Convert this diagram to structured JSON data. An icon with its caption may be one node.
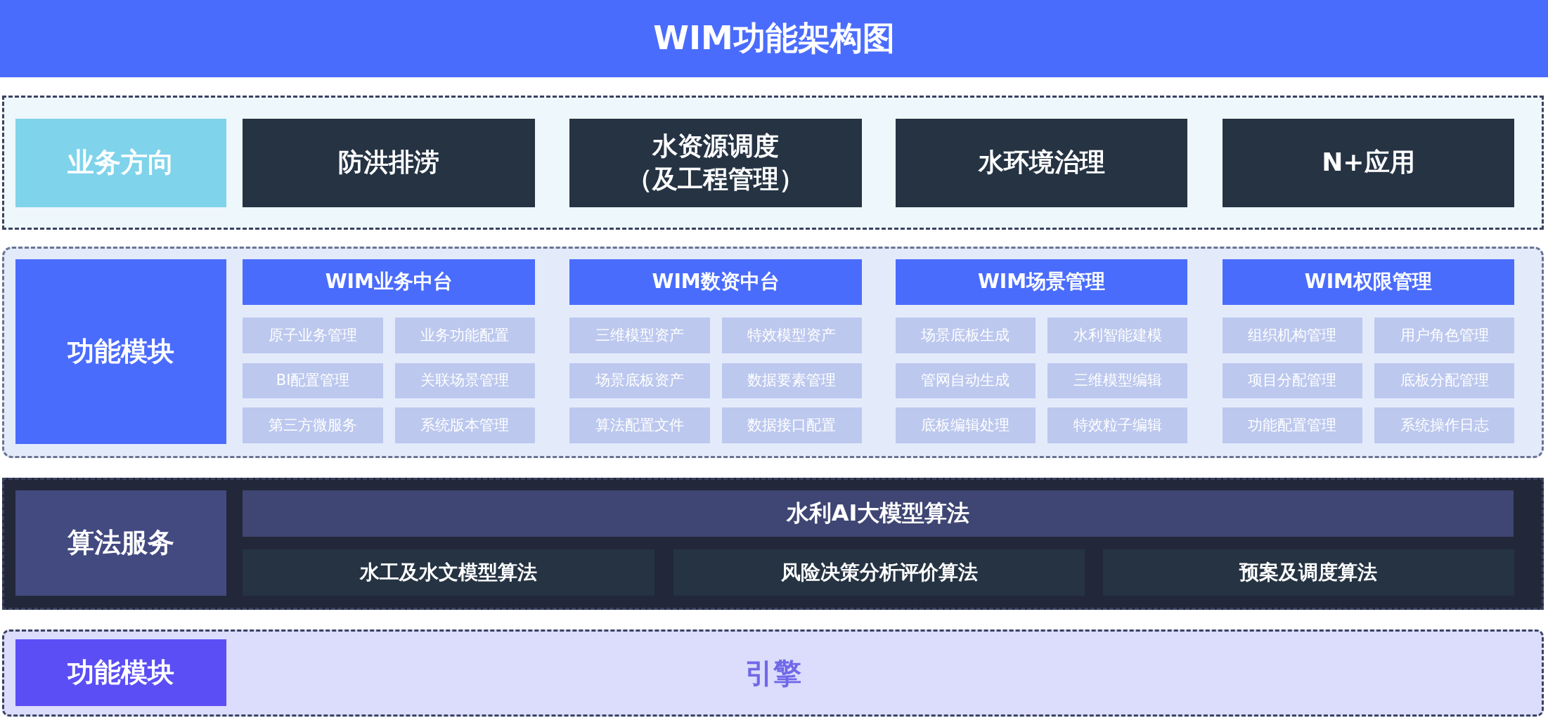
{
  "diagram": {
    "title": "WIM功能架构图",
    "nodes": [
      {
        "text": [],
        "shape": "box"
      },
      {
        "text": [
          "业务方向"
        ],
        "in": 0
      },
      {
        "text": [
          "防洪排涝"
        ],
        "in": 0
      },
      {
        "text": [
          "水资源调度（及工程管理）"
        ],
        "in": 0
      },
      {
        "text": [
          "水环境治理"
        ],
        "in": 0
      },
      {
        "text": [
          "N+应用"
        ],
        "in": 0
      },
      {
        "text": [],
        "shape": "box"
      },
      {
        "text": [
          "功能模块"
        ],
        "in": 6
      },
      {
        "text": [
          "WIM业务中台"
        ],
        "in": 6
      },
      {
        "text": [
          "原子业务管理"
        ],
        "in": 6
      },
      {
        "text": [
          "业务功能配置"
        ],
        "in": 6
      },
      {
        "text": [
          "BI配置管理"
        ],
        "in": 6
      },
      {
        "text": [
          "关联场景管理"
        ],
        "in": 6
      },
      {
        "text": [
          "第三方微服务"
        ],
        "in": 6
      },
      {
        "text": [
          "系统版本管理"
        ],
        "in": 6
      },
      {
        "text": [
          "WIM数资中台"
        ],
        "in": 6
      },
      {
        "text": [
          "三维模型资产"
        ],
        "in": 6
      },
      {
        "text": [
          "特效模型资产"
        ],
        "in": 6
      },
      {
        "text": [
          "场景底板资产"
        ],
        "in": 6
      },
      {
        "text": [
          "数据要素管理"
        ],
        "in": 6
      },
      {
        "text": [
          "算法配置文件"
        ],
        "in": 6
      },
      {
        "text": [
          "数据接口配置"
        ],
        "in": 6
      },
      {
        "text": [
          "WIM场景管理"
        ],
        "in": 6
      },
      {
        "text": [
          "场景底板生成"
        ],
        "in": 6
      },
      {
        "text": [
          "水利智能建模"
        ],
        "in": 6
      },
      {
        "text": [
          "管网自动生成"
        ],
        "in": 6
      },
      {
        "text": [
          "三维模型编辑"
        ],
        "in": 6
      },
      {
        "text": [
          "底板编辑处理"
        ],
        "in": 6
      },
      {
        "text": [
          "特效粒子编辑"
        ],
        "in": 6
      },
      {
        "text": [
          "WIM权限管理"
        ],
        "in": 6
      },
      {
        "text": [
          "组织机构管理"
        ],
        "in": 6
      },
      {
        "text": [
          "用户角色管理"
        ],
        "in": 6
      },
      {
        "text": [
          "项目分配管理"
        ],
        "in": 6
      },
      {
        "text": [
          "底板分配管理"
        ],
        "in": 6
      },
      {
        "text": [
          "功能配置管理"
        ],
        "in": 6
      },
      {
        "text": [
          "系统操作日志"
        ],
        "in": 6
      },
      {
        "text": [],
        "shape": "box"
      },
      {
        "text": [
          "算法服务"
        ],
        "in": 36
      },
      {
        "text": [
          "水利AI大模型算法"
        ],
        "in": 36
      },
      {
        "text": [
          "水工及水文模型算法"
        ],
        "in": 36
      },
      {
        "text": [
          "风险决策分析评价算法"
        ],
        "in": 36
      },
      {
        "text": [
          "预案及调度算法"
        ],
        "in": 36
      },
      {
        "text": [
          "引擎"
        ]
      },
      {
        "text": [
          "功能模块"
        ],
        "in": 42
      }
    ],
    "edges": []
  }
}
